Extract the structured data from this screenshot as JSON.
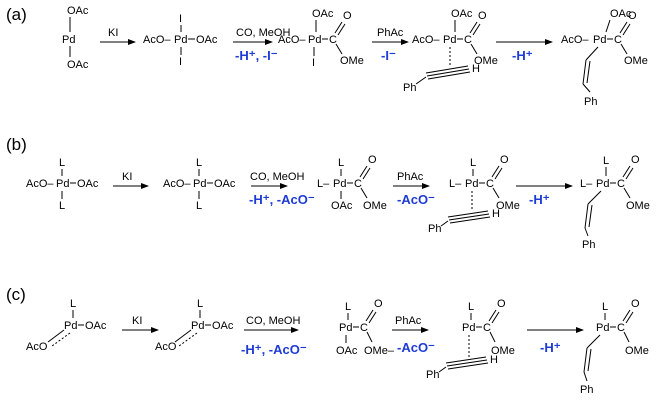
{
  "panels": [
    {
      "label": "(a)",
      "steps": [
        {
          "reagent": "KI",
          "cond": ""
        },
        {
          "reagent": "CO, MeOH",
          "cond": "-H⁺, -I⁻"
        },
        {
          "reagent": "PhAc",
          "cond": "-I⁻"
        },
        {
          "reagent": "",
          "cond": "-H⁺"
        }
      ]
    },
    {
      "label": "(b)",
      "steps": [
        {
          "reagent": "KI",
          "cond": ""
        },
        {
          "reagent": "CO, MeOH",
          "cond": "-H⁺, -AcO⁻"
        },
        {
          "reagent": "PhAc",
          "cond": "-AcO⁻"
        },
        {
          "reagent": "",
          "cond": "-H⁺"
        }
      ]
    },
    {
      "label": "(c)",
      "steps": [
        {
          "reagent": "KI",
          "cond": ""
        },
        {
          "reagent": "CO, MeOH",
          "cond": "-H⁺, -AcO⁻"
        },
        {
          "reagent": "PhAc",
          "cond": "-AcO⁻"
        },
        {
          "reagent": "",
          "cond": "-H⁺"
        }
      ]
    }
  ],
  "atoms": {
    "pd": "Pd",
    "oac": "OAc",
    "aco": "AcO",
    "aco_dash": "AcO–",
    "i": "I",
    "l": "L",
    "l_dash": "L–",
    "o": "O",
    "c": "C",
    "ome": "OMe",
    "ome_dash": "OMe–",
    "h": "H",
    "ph": "Ph"
  }
}
